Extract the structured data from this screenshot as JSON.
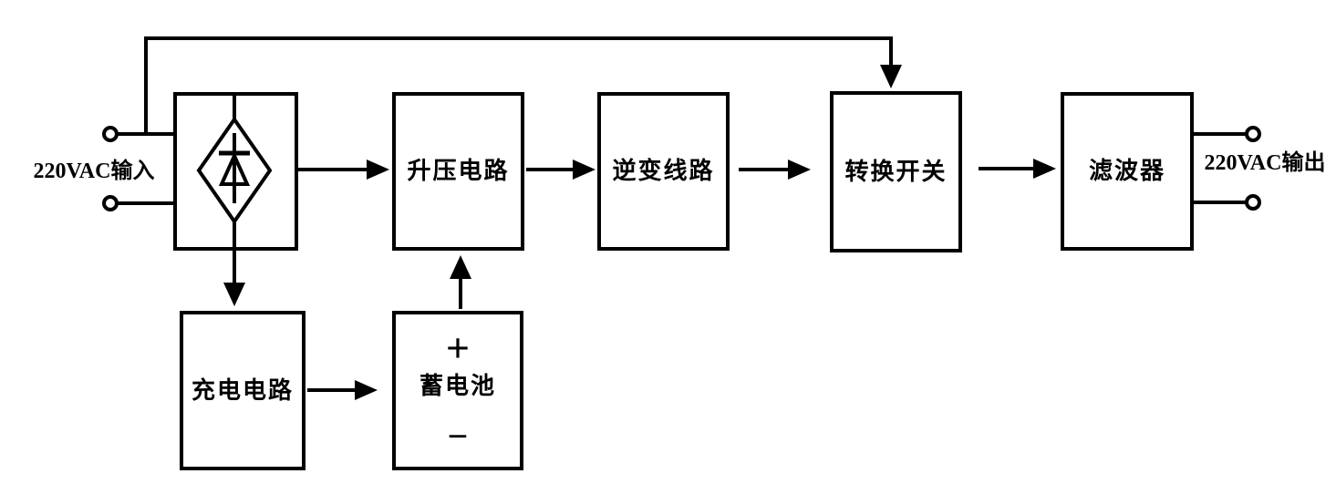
{
  "terminals": {
    "input_label": "220VAC输入",
    "output_label": "220VAC输出"
  },
  "blocks": {
    "boost": "升压电路",
    "inverter": "逆变线路",
    "transfer_switch": "转换开关",
    "filter": "滤波器",
    "charger": "充电电路",
    "battery": "蓄电池",
    "battery_plus": "+",
    "battery_minus": "−"
  },
  "colors": {
    "ink": "#000000",
    "background": "#ffffff"
  }
}
